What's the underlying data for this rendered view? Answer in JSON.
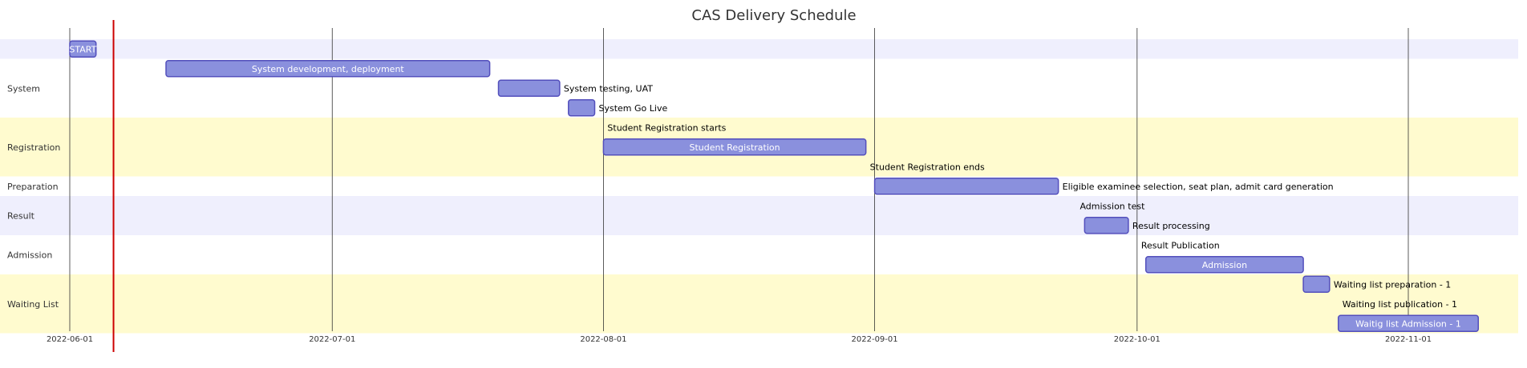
{
  "chart_data": {
    "type": "gantt",
    "title": "CAS Delivery Schedule",
    "x_axis": {
      "ticks": [
        "2022-06-01",
        "2022-07-01",
        "2022-08-01",
        "2022-09-01",
        "2022-10-01",
        "2022-11-01"
      ]
    },
    "today": "2022-06-06",
    "colors": {
      "bar_fill": "#8a90dd",
      "bar_stroke": "#534fbc",
      "today_line": "#cc0000",
      "band_a": "#efeffd",
      "band_b": "#ffffff",
      "band_c": "#fffbcf"
    },
    "sections": [
      {
        "name": "",
        "band": "band_a",
        "tasks": [
          {
            "label": "START",
            "start": "2022-06-01",
            "end": "2022-06-04",
            "label_pos": "inside"
          }
        ]
      },
      {
        "name": "System",
        "band": "band_b",
        "tasks": [
          {
            "label": "System development, deployment",
            "start": "2022-06-12",
            "end": "2022-07-19",
            "label_pos": "inside"
          },
          {
            "label": "System testing, UAT",
            "start": "2022-07-20",
            "end": "2022-07-27",
            "label_pos": "outside"
          },
          {
            "label": "System Go Live",
            "start": "2022-07-28",
            "end": "2022-07-31",
            "label_pos": "outside"
          }
        ]
      },
      {
        "name": "Registration",
        "band": "band_c",
        "tasks": [
          {
            "label": "Student Registration starts",
            "start": "2022-08-01",
            "end": "2022-08-01",
            "label_pos": "outside"
          },
          {
            "label": "Student Registration",
            "start": "2022-08-01",
            "end": "2022-08-31",
            "label_pos": "inside"
          },
          {
            "label": "Student Registration ends",
            "start": "2022-08-31",
            "end": "2022-08-31",
            "label_pos": "outside"
          }
        ]
      },
      {
        "name": "Preparation",
        "band": "band_b",
        "tasks": [
          {
            "label": "Eligible examinee selection, seat plan, admit card generation",
            "start": "2022-09-01",
            "end": "2022-09-22",
            "label_pos": "outside"
          }
        ]
      },
      {
        "name": "Result",
        "band": "band_a",
        "tasks": [
          {
            "label": "Admission test",
            "start": "2022-09-24",
            "end": "2022-09-24",
            "label_pos": "outside"
          },
          {
            "label": "Result processing",
            "start": "2022-09-25",
            "end": "2022-09-30",
            "label_pos": "outside"
          }
        ]
      },
      {
        "name": "Admission",
        "band": "band_b",
        "tasks": [
          {
            "label": "Result Publication",
            "start": "2022-10-01",
            "end": "2022-10-01",
            "label_pos": "outside"
          },
          {
            "label": "Admission",
            "start": "2022-10-02",
            "end": "2022-10-20",
            "label_pos": "inside"
          }
        ]
      },
      {
        "name": "Waiting List",
        "band": "band_c",
        "tasks": [
          {
            "label": "Waiting list preparation - 1",
            "start": "2022-10-20",
            "end": "2022-10-23",
            "label_pos": "outside"
          },
          {
            "label": "Waiting list publication - 1",
            "start": "2022-10-24",
            "end": "2022-10-24",
            "label_pos": "outside"
          },
          {
            "label": "Waitig list Admission - 1",
            "start": "2022-10-24",
            "end": "2022-11-09",
            "label_pos": "inside"
          }
        ]
      }
    ]
  }
}
